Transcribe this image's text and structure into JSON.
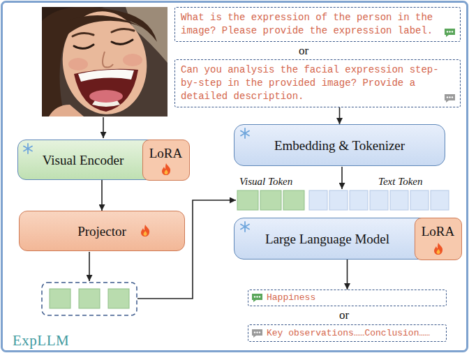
{
  "diagram": {
    "nodes": [
      {
        "text": [
          "What is the expression of the person in the image? Please provide the expression label."
        ]
      },
      {
        "text": [
          "Can you analysis the facial expression step-by-step in the provided image? Provide a detailed description."
        ]
      },
      {
        "text": [
          "Visual Encoder"
        ]
      },
      {
        "text": [
          "LoRA"
        ],
        "in": 2
      },
      {
        "text": [
          "Embedding & Tokenizer"
        ]
      },
      {
        "text": [
          "Projector"
        ]
      },
      {
        "text": [
          "Large Language Model"
        ]
      },
      {
        "text": [
          "LoRA"
        ],
        "in": 6
      },
      {
        "text": [
          "Happiness"
        ]
      },
      {
        "text": [
          "Key observations……Conclusion……"
        ]
      }
    ],
    "edges": [
      {
        "from": 1,
        "to": 4,
        "arrow": "to"
      },
      {
        "from": 2,
        "to": 5,
        "arrow": "to"
      },
      {
        "from": 6,
        "to": 8,
        "arrow": "to"
      }
    ],
    "labels": [
      "or",
      "Visual Token",
      "Text Token",
      "or",
      "ExpLLM"
    ]
  }
}
